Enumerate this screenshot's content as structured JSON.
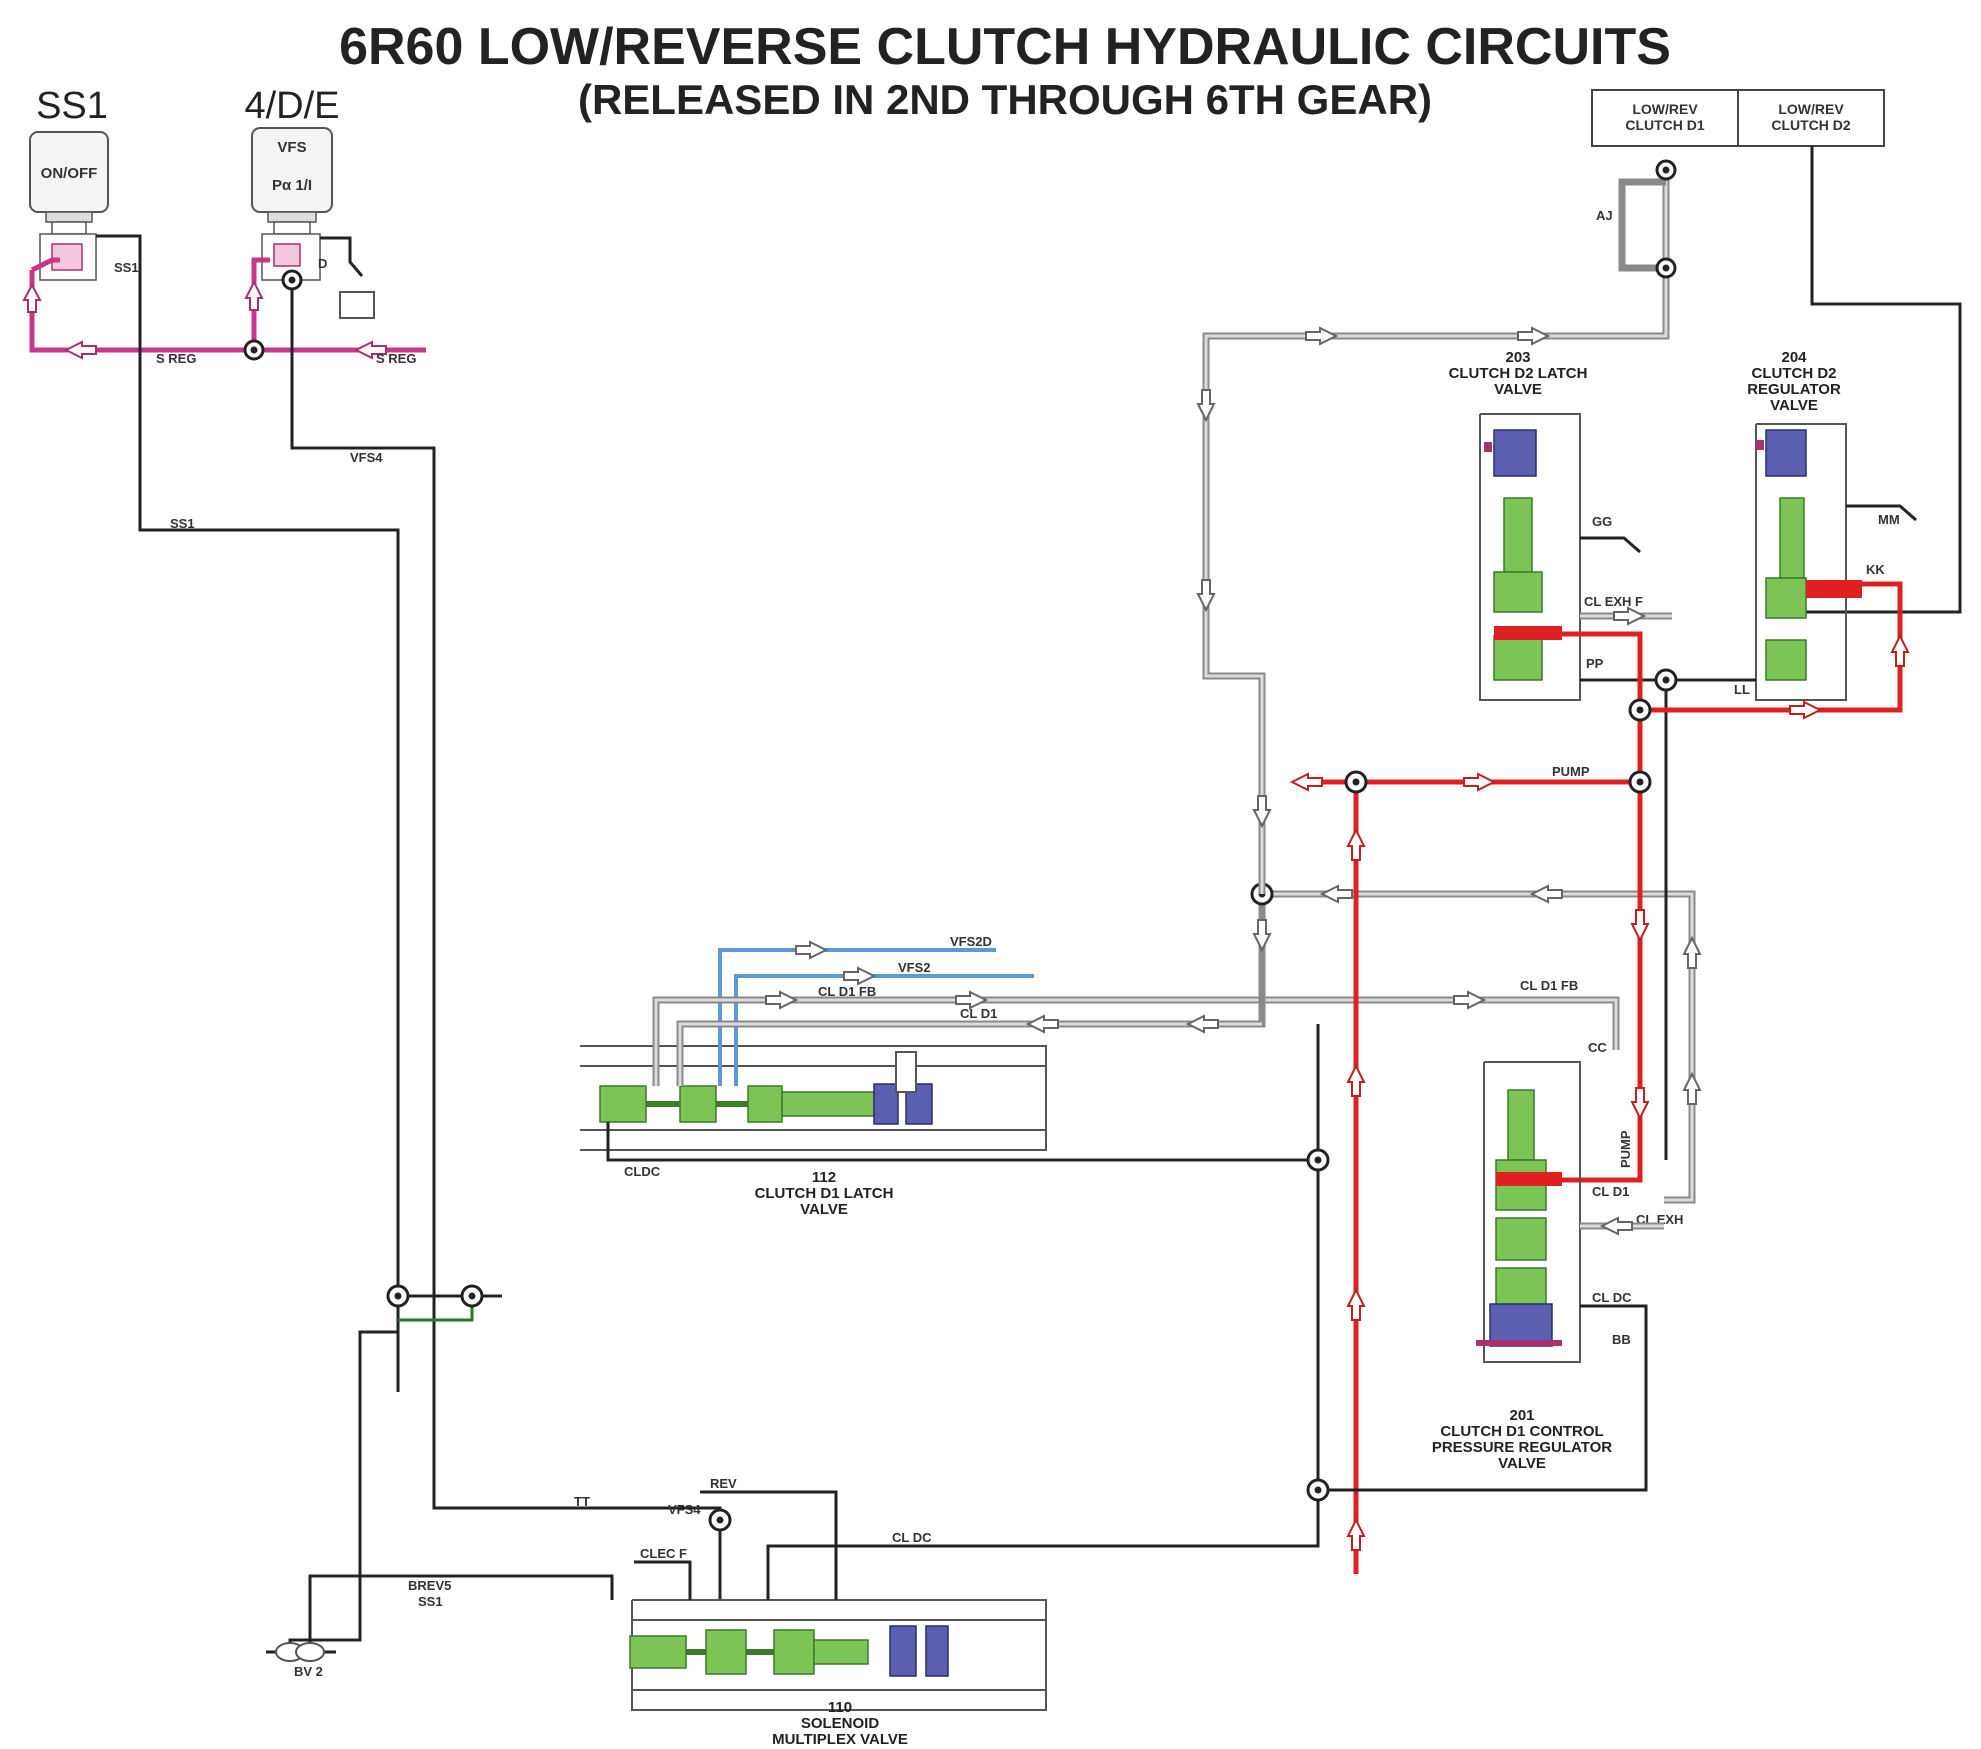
{
  "title": {
    "line1": "6R60 LOW/REVERSE CLUTCH HYDRAULIC CIRCUITS",
    "line2": "(RELEASED IN 2ND THROUGH 6TH GEAR)"
  },
  "solenoids": {
    "ss1": {
      "title": "SS1",
      "type": "ON/OFF"
    },
    "vfs4": {
      "title": "4/D/E",
      "type1": "VFS",
      "type2": "Pα 1/I"
    }
  },
  "clutches": {
    "d1": {
      "line1": "LOW/REV",
      "line2": "CLUTCH D1"
    },
    "d2": {
      "line1": "LOW/REV",
      "line2": "CLUTCH D2"
    }
  },
  "valves": {
    "v203": {
      "num": "203",
      "line1": "CLUTCH D2 LATCH",
      "line2": "VALVE"
    },
    "v204": {
      "num": "204",
      "line1": "CLUTCH D2",
      "line2": "REGULATOR",
      "line3": "VALVE"
    },
    "v112": {
      "num": "112",
      "line1": "CLUTCH D1 LATCH",
      "line2": "VALVE"
    },
    "v201": {
      "num": "201",
      "line1": "CLUTCH D1 CONTROL",
      "line2": "PRESSURE REGULATOR",
      "line3": "VALVE"
    },
    "v110": {
      "num": "110",
      "line1": "SOLENOID",
      "line2": "MULTIPLEX VALVE"
    }
  },
  "circuit_labels": {
    "ss1_a": "SS1",
    "ss1_b": "SS1",
    "sreg_a": "S REG",
    "sreg_b": "S REG",
    "vfs4_a": "VFS4",
    "vfs4_b": "VFS4",
    "d": "D",
    "aj": "AJ",
    "gg": "GG",
    "cl_exh_f": "CL EXH F",
    "pp": "PP",
    "ll": "LL",
    "mm": "MM",
    "kk": "KK",
    "pump_a": "PUMP",
    "pump_b": "PUMP",
    "vfs2d": "VFS2D",
    "vfs2": "VFS2",
    "cl_d1_fb_a": "CL D1 FB",
    "cl_d1_fb_b": "CL D1 FB",
    "cl_d1_a": "CL D1",
    "cl_d1_b": "CL D1",
    "cc": "CC",
    "cl_exh": "CL EXH",
    "cl_dc_a": "CL DC",
    "cl_dc_b": "CL DC",
    "bb": "BB",
    "cldc": "CLDC",
    "tt": "TT",
    "rev": "REV",
    "clec_f": "CLEC F",
    "brev5": "BREV5",
    "ss1_c": "SS1",
    "bv2": "BV 2"
  }
}
